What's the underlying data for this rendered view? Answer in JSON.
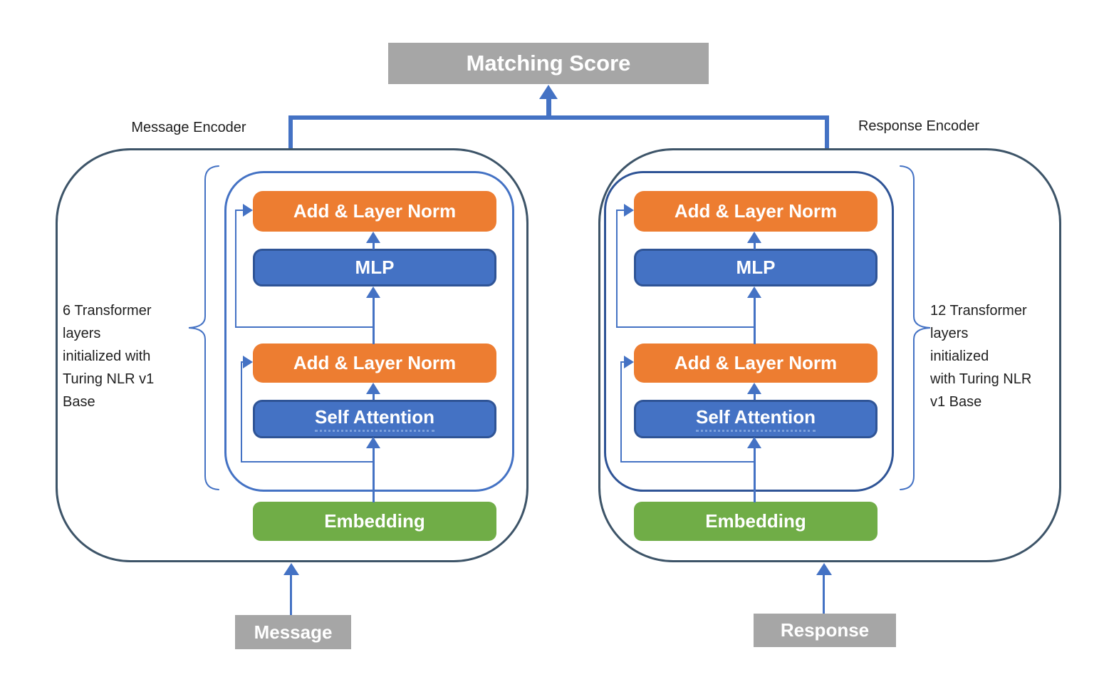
{
  "title_box": {
    "label": "Matching Score"
  },
  "encoders": {
    "left": {
      "label": "Message Encoder",
      "note": "6 Transformer\nlayers\ninitialized with\nTuring NLR v1\nBase",
      "input": "Message"
    },
    "right": {
      "label": "Response Encoder",
      "note": "12 Transformer\nlayers\ninitialized\nwith Turing NLR\nv1 Base",
      "input": "Response"
    }
  },
  "blocks": {
    "add_layer_norm": "Add & Layer Norm",
    "mlp": "MLP",
    "self_attention": "Self Attention",
    "embedding": "Embedding"
  },
  "colors": {
    "orange": "#ED7D31",
    "blue": "#4472C4",
    "blue-dark": "#2F5496",
    "green": "#70AD47",
    "gray": "#A6A6A6",
    "outline": "#3D5468",
    "arrow": "#4472C4",
    "text": "#1F1F1F"
  }
}
